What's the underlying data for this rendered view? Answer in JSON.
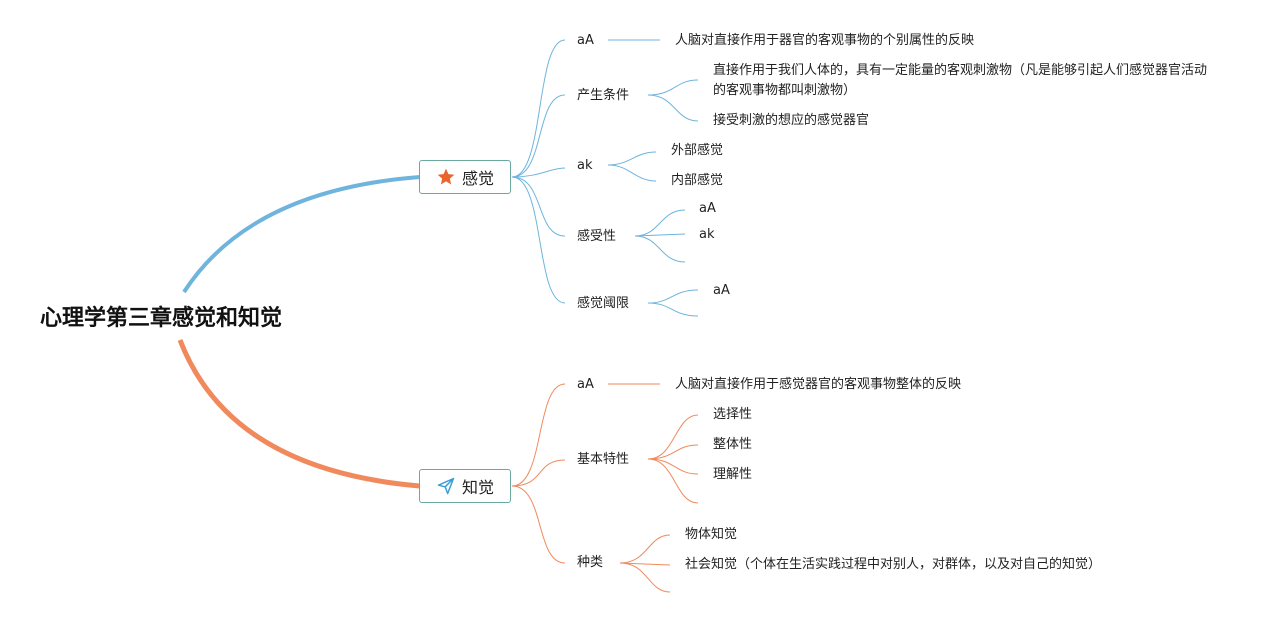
{
  "root": {
    "title": "心理学第三章感觉和知觉"
  },
  "colors": {
    "sensation": "#6eb4dd",
    "perception": "#f08a5d",
    "star": "#e8662e",
    "plane": "#3b9ed6",
    "topic_border": "#6aa9a0"
  },
  "sensation": {
    "label": "感觉",
    "icon": "star-icon",
    "def_label": "aA",
    "def_text": "人脑对直接作用于器官的客观事物的个别属性的反映",
    "cond_label": "产生条件",
    "cond_1": "直接作用于我们人体的，具有一定能量的客观刺激物（凡是能够引起人们感觉器官活动的客观事物都叫刺激物）",
    "cond_2": "接受刺激的想应的感觉器官",
    "types_label": "ak",
    "type_outer": "外部感觉",
    "type_inner": "内部感觉",
    "recep_label": "感受性",
    "recep_1": "aA",
    "recep_2": "ak",
    "thresh_label": "感觉阈限",
    "thresh_1": "aA"
  },
  "perception": {
    "label": "知觉",
    "icon": "paper-plane-icon",
    "def_label": "aA",
    "def_text": "人脑对直接作用于感觉器官的客观事物整体的反映",
    "traits_label": "基本特性",
    "trait_1": "选择性",
    "trait_2": "整体性",
    "trait_3": "理解性",
    "kinds_label": "种类",
    "kind_1": "物体知觉",
    "kind_2": "社会知觉（个体在生活实践过程中对别人，对群体，以及对自己的知觉）"
  }
}
